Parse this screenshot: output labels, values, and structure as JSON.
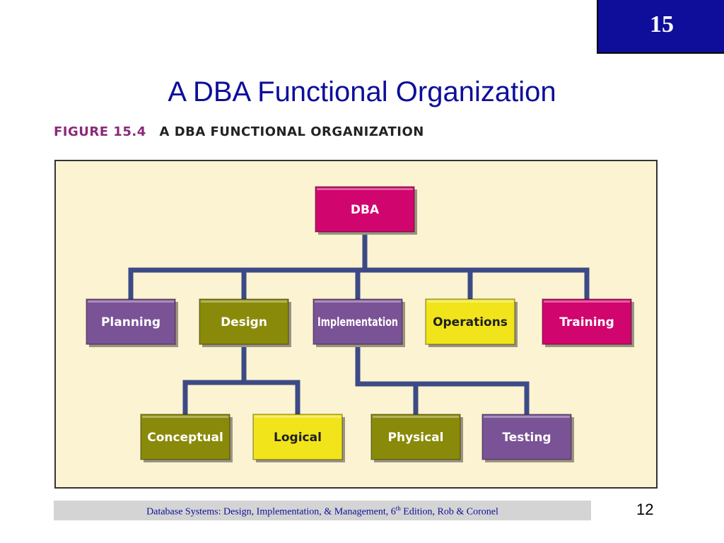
{
  "chapter": "15",
  "title": "A DBA Functional Organization",
  "figure": {
    "number": "FIGURE 15.4",
    "title": "A DBA FUNCTIONAL ORGANIZATION"
  },
  "org_chart": {
    "root": {
      "label": "DBA",
      "color": "#d1056e"
    },
    "level1": [
      {
        "label": "Planning",
        "color": "#7a5296"
      },
      {
        "label": "Design",
        "color": "#8a8a0a"
      },
      {
        "label": "Implementation",
        "color": "#7a5296"
      },
      {
        "label": "Operations",
        "color": "#f1e41a"
      },
      {
        "label": "Training",
        "color": "#d1056e"
      }
    ],
    "level2": [
      {
        "label": "Conceptual",
        "parent": "Design",
        "color": "#8a8a0a"
      },
      {
        "label": "Logical",
        "parent": "Design",
        "color": "#f1e41a"
      },
      {
        "label": "Physical",
        "parent": "Implementation",
        "color": "#8a8a0a"
      },
      {
        "label": "Testing",
        "parent": "Implementation",
        "color": "#7a5296"
      }
    ],
    "connector_color": "#3c4a86"
  },
  "footer": {
    "text_before": "Database Systems: Design, Implementation, & Management, 6",
    "superscript": "th",
    "text_after": " Edition, Rob & Coronel"
  },
  "page_number": "12"
}
